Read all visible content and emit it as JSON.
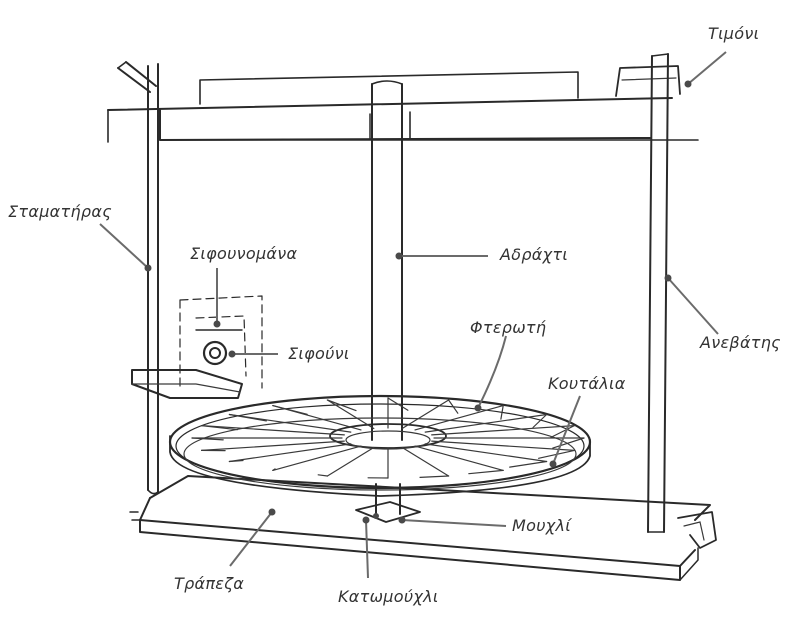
{
  "labels": {
    "timoni": "Τιμόνι",
    "stamatiras": "Σταματήρας",
    "sifounomana": "Σιφουνομάνα",
    "adrachti": "Αδράχτι",
    "fterwti": "Φτερωτή",
    "anevatis": "Ανεβάτης",
    "sifouni": "Σιφούνι",
    "koutalia": "Κουτάλια",
    "mouchli": "Μουχλί",
    "trapeza": "Τράπεζα",
    "katomouchli": "Κατωμούχλι"
  },
  "colors": {
    "ink": "#2a2a2a",
    "leader": "#6b6b6b",
    "label": "#333333",
    "background": "#ffffff"
  }
}
